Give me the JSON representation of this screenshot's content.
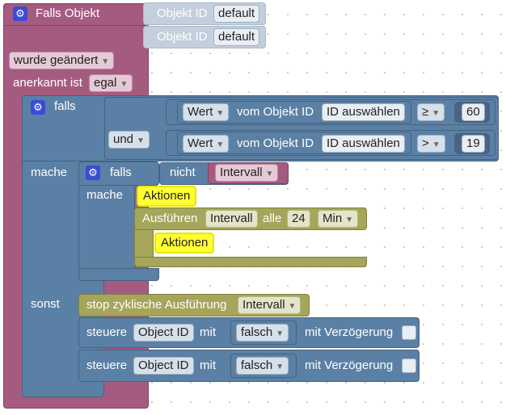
{
  "event_block": {
    "title": "Falls Objekt",
    "objects": [
      {
        "label": "Objekt ID",
        "value": "default"
      },
      {
        "label": "Objekt ID",
        "value": "default"
      }
    ],
    "trigger": "wurde geändert",
    "ack_label": "anerkannt ist",
    "ack_value": "egal"
  },
  "if_block": {
    "falls_label": "falls",
    "mache_label": "mache",
    "sonst_label": "sonst",
    "conditions": [
      {
        "prop": "Wert",
        "from": "vom Objekt ID",
        "target": "ID auswählen",
        "op": "≥",
        "value": "60"
      },
      {
        "join": "und",
        "prop": "Wert",
        "from": "vom Objekt ID",
        "target": "ID auswählen",
        "op": ">",
        "value": "19"
      }
    ]
  },
  "inner_if": {
    "falls_label": "falls",
    "not_label": "nicht",
    "var": "Intervall",
    "mache_label": "mache",
    "actions_label": "Aktionen"
  },
  "interval_block": {
    "run_label": "Ausführen",
    "var": "Intervall",
    "every_label": "alle",
    "amount": "24",
    "unit": "Min",
    "actions_label": "Aktionen"
  },
  "else_blocks": {
    "stop_label": "stop zyklische Ausführung",
    "stop_var": "Intervall",
    "controls": [
      {
        "label": "steuere",
        "target": "Object ID",
        "with": "mit",
        "value": "falsch",
        "delay": "mit Verzögerung"
      },
      {
        "label": "steuere",
        "target": "Object ID",
        "with": "mit",
        "value": "falsch",
        "delay": "mit Verzögerung"
      }
    ]
  },
  "colors": {
    "event": "#a55b80",
    "logic": "#5b80a5",
    "timer": "#a5a55b",
    "highlight": "#ffff33"
  }
}
